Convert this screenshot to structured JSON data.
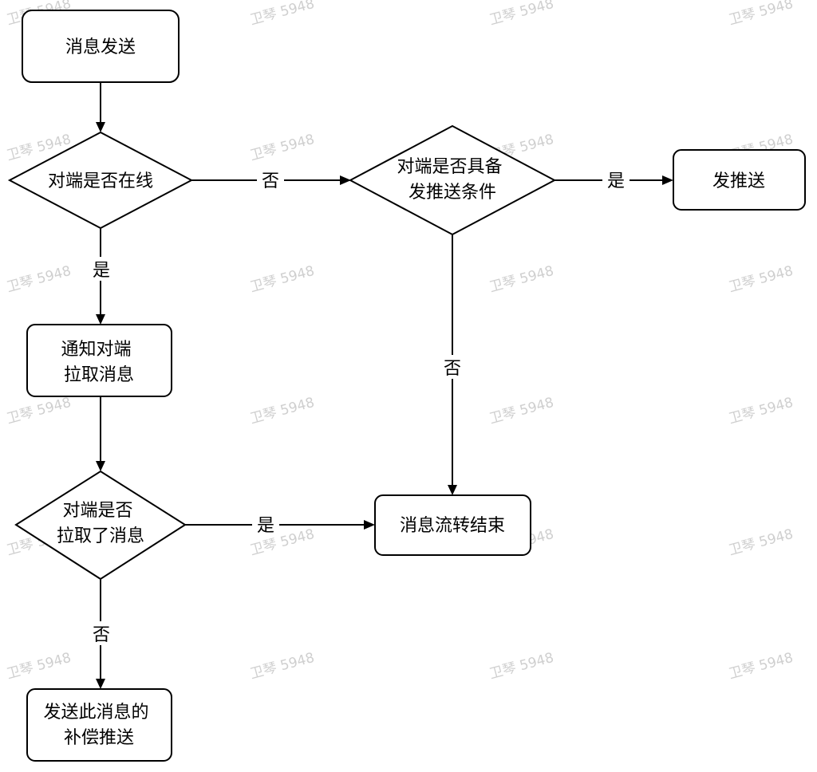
{
  "watermark": "卫琴 5948",
  "nodes": {
    "send": {
      "lines": [
        "消息发送"
      ]
    },
    "online": {
      "lines": [
        "对端是否在线"
      ]
    },
    "push_cond": {
      "lines": [
        "对端是否具备",
        "发推送条件"
      ]
    },
    "push": {
      "lines": [
        "发推送"
      ]
    },
    "notify": {
      "lines": [
        "通知对端",
        "拉取消息"
      ]
    },
    "pulled": {
      "lines": [
        "对端是否",
        "拉取了消息"
      ]
    },
    "end": {
      "lines": [
        "消息流转结束"
      ]
    },
    "compensate": {
      "lines": [
        "发送此消息的",
        "补偿推送"
      ]
    }
  },
  "edges": {
    "online_no": "否",
    "online_yes": "是",
    "push_cond_yes": "是",
    "push_cond_no": "否",
    "pulled_yes": "是",
    "pulled_no": "否"
  }
}
